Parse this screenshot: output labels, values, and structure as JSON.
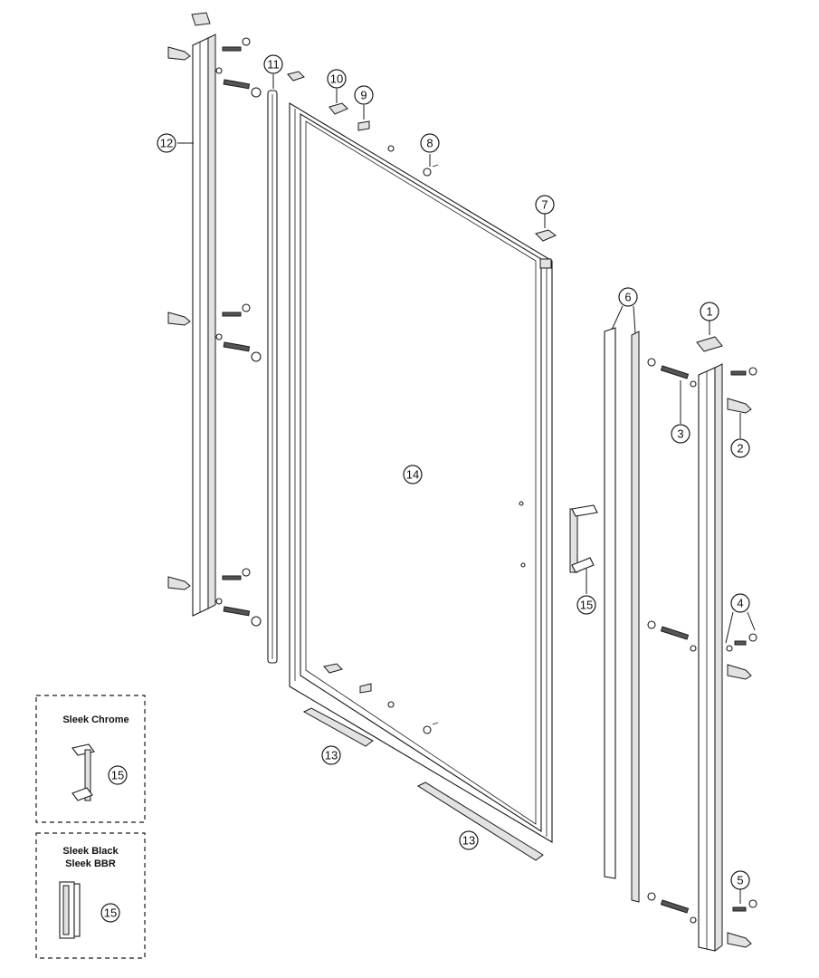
{
  "callouts": [
    "1",
    "2",
    "3",
    "4",
    "5",
    "6",
    "7",
    "8",
    "9",
    "10",
    "11",
    "12",
    "13",
    "13",
    "14",
    "15",
    "15",
    "15"
  ],
  "boxes": [
    {
      "lines": [
        "Sleek Chrome"
      ]
    },
    {
      "lines": [
        "Sleek Black",
        "Sleek BBR"
      ]
    }
  ],
  "colors": {
    "line": "#1a1a1a",
    "fill": "#e2e2e2",
    "background": "#ffffff"
  }
}
